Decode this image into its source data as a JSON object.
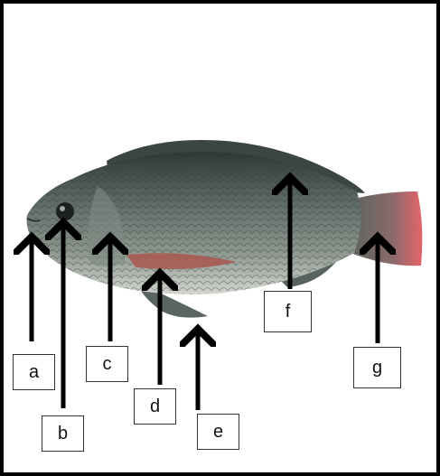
{
  "labels": [
    {
      "id": "a",
      "text": "a"
    },
    {
      "id": "b",
      "text": "b"
    },
    {
      "id": "c",
      "text": "c"
    },
    {
      "id": "d",
      "text": "d"
    },
    {
      "id": "e",
      "text": "e"
    },
    {
      "id": "f",
      "text": "f"
    },
    {
      "id": "g",
      "text": "g"
    }
  ],
  "colors": {
    "fish_body": "#6f7a73",
    "fish_back": "#3d4744",
    "fish_belly": "#c9cfc6",
    "pectoral_fin": "#a9574f",
    "tail_fin": "#d65a5c",
    "arrow": "#000000"
  }
}
